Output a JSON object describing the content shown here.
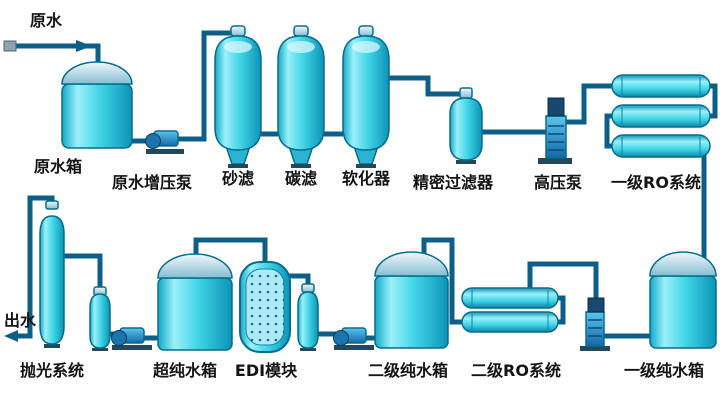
{
  "labels": {
    "inlet": "原水",
    "raw_tank": "原水箱",
    "booster_pump": "原水增压泵",
    "sand_filter": "砂滤",
    "carbon_filter": "碳滤",
    "softener": "软化器",
    "precision_filter": "精密过滤器",
    "hp_pump": "高压泵",
    "ro1": "一级RO系统",
    "outlet": "出水",
    "polishing": "抛光系统",
    "ultrapure_tank": "超纯水箱",
    "edi": "EDI模块",
    "pure_tank2": "二级纯水箱",
    "ro2": "二级RO系统",
    "pure_tank1": "一级纯水箱"
  },
  "colors": {
    "tank_cyan": "#3fd4e6",
    "pipe": "#0d5f87",
    "vessel_outline": "#086d8c",
    "dome_light": "#eef7fa",
    "pump_blue": "#2693d6",
    "base_dark": "#23485e"
  }
}
